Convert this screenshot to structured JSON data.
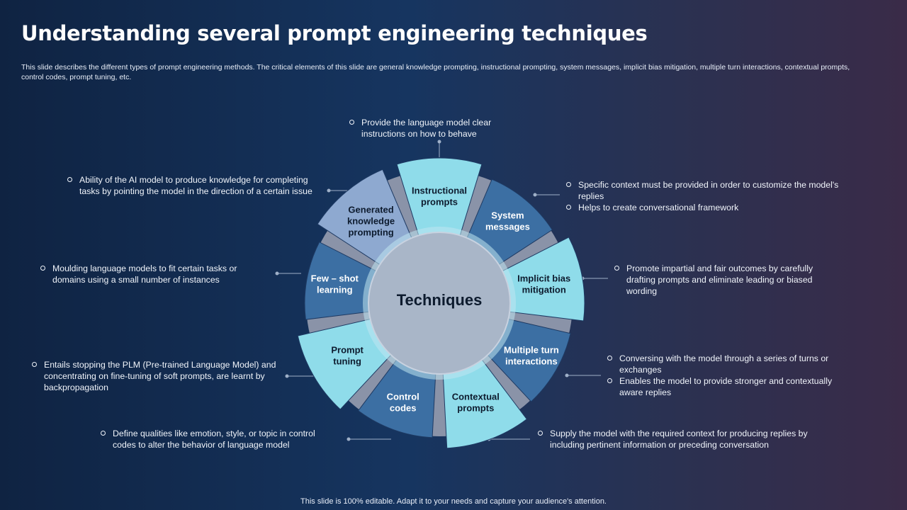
{
  "slide": {
    "title": "Understanding several prompt engineering techniques",
    "subtitle": "This slide describes the different types of prompt engineering methods. The critical elements of this slide are general knowledge prompting, instructional prompting, system messages, implicit bias mitigation, multiple turn interactions, contextual prompts, control codes, prompt tuning, etc.",
    "footer": "This slide is 100% editable. Adapt it to your needs and capture your audience's attention."
  },
  "wheel": {
    "center_label": "Techniques",
    "segments": [
      {
        "label": [
          "Instructional",
          "prompts"
        ],
        "fill": "#8fdcea",
        "text_color": "#0d1b2e",
        "bullets": [
          "Provide the language model clear instructions on how to behave"
        ]
      },
      {
        "label": [
          "System",
          "messages"
        ],
        "fill": "#3c6fa3",
        "text_color": "#ffffff",
        "bullets": [
          "Specific context must be provided in order to customize the model's replies",
          "Helps to create conversational framework"
        ]
      },
      {
        "label": [
          "Implicit bias",
          "mitigation"
        ],
        "fill": "#8fdcea",
        "text_color": "#0d1b2e",
        "bullets": [
          "Promote impartial and fair outcomes by carefully drafting prompts and eliminate leading or biased wording"
        ]
      },
      {
        "label": [
          "Multiple turn",
          "interactions"
        ],
        "fill": "#3c6fa3",
        "text_color": "#ffffff",
        "bullets": [
          "Conversing with the model through a series of turns or exchanges",
          "Enables the model to provide stronger and contextually aware replies"
        ]
      },
      {
        "label": [
          "Contextual",
          "prompts"
        ],
        "fill": "#8fdcea",
        "text_color": "#0d1b2e",
        "bullets": [
          "Supply the model with the required context for producing replies by including pertinent information or preceding conversation"
        ]
      },
      {
        "label": [
          "Control",
          "codes"
        ],
        "fill": "#3c6fa3",
        "text_color": "#ffffff",
        "bullets": [
          "Define qualities like emotion, style, or topic in control codes to alter the behavior of language model"
        ]
      },
      {
        "label": [
          "Prompt",
          "tuning"
        ],
        "fill": "#8fdcea",
        "text_color": "#0d1b2e",
        "bullets": [
          "Entails stopping the PLM (Pre-trained Language Model) and concentrating on fine-tuning of soft prompts, are learnt by backpropagation"
        ]
      },
      {
        "label": [
          "Few – shot",
          "learning"
        ],
        "fill": "#3c6fa3",
        "text_color": "#ffffff",
        "bullets": [
          "Moulding language models to fit certain tasks or domains using a small number of instances"
        ]
      },
      {
        "label": [
          "Generated",
          "knowledge",
          "prompting"
        ],
        "fill": "#8ea9d0",
        "text_color": "#0d1b2e",
        "bullets": [
          "Ability of the AI model to produce knowledge for completing tasks by pointing the model in the direction of a certain issue"
        ]
      }
    ]
  }
}
